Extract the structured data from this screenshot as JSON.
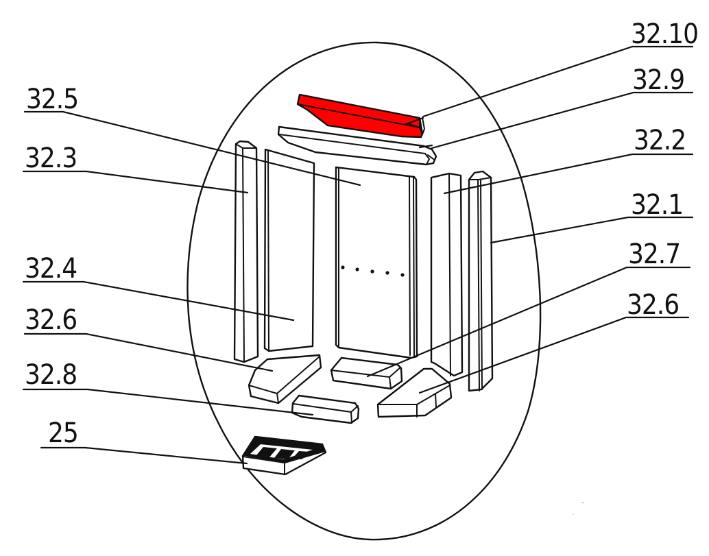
{
  "diagram": {
    "type": "exploded-parts-diagram",
    "highlight_color": "#ff0000",
    "line_color": "#111111",
    "background": "#ffffff",
    "highlighted_part": "32.10",
    "labels": {
      "p32_10": "32.10",
      "p32_9": "32.9",
      "p32_5": "32.5",
      "p32_3": "32.3",
      "p32_2": "32.2",
      "p32_1": "32.1",
      "p32_7": "32.7",
      "p32_4": "32.4",
      "p32_6_left": "32.6",
      "p32_6_right": "32.6",
      "p32_8": "32.8",
      "p25": "25"
    }
  }
}
